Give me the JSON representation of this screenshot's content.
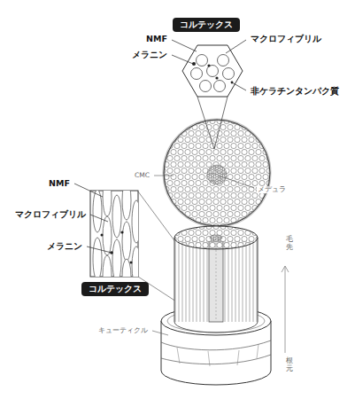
{
  "diagram": {
    "nodes": [
      {
        "text": [
          "コルテックス"
        ]
      },
      {
        "text": [
          "コルテックス"
        ]
      }
    ],
    "labels": [
      "NMF",
      "メラニン",
      "マクロフィブリル",
      "非ケラチンタンパク質",
      "CMC",
      "メデュラ",
      "NMF",
      "マクロフィブリル",
      "メラニン",
      "キューティクル",
      "毛先",
      "根元"
    ]
  }
}
